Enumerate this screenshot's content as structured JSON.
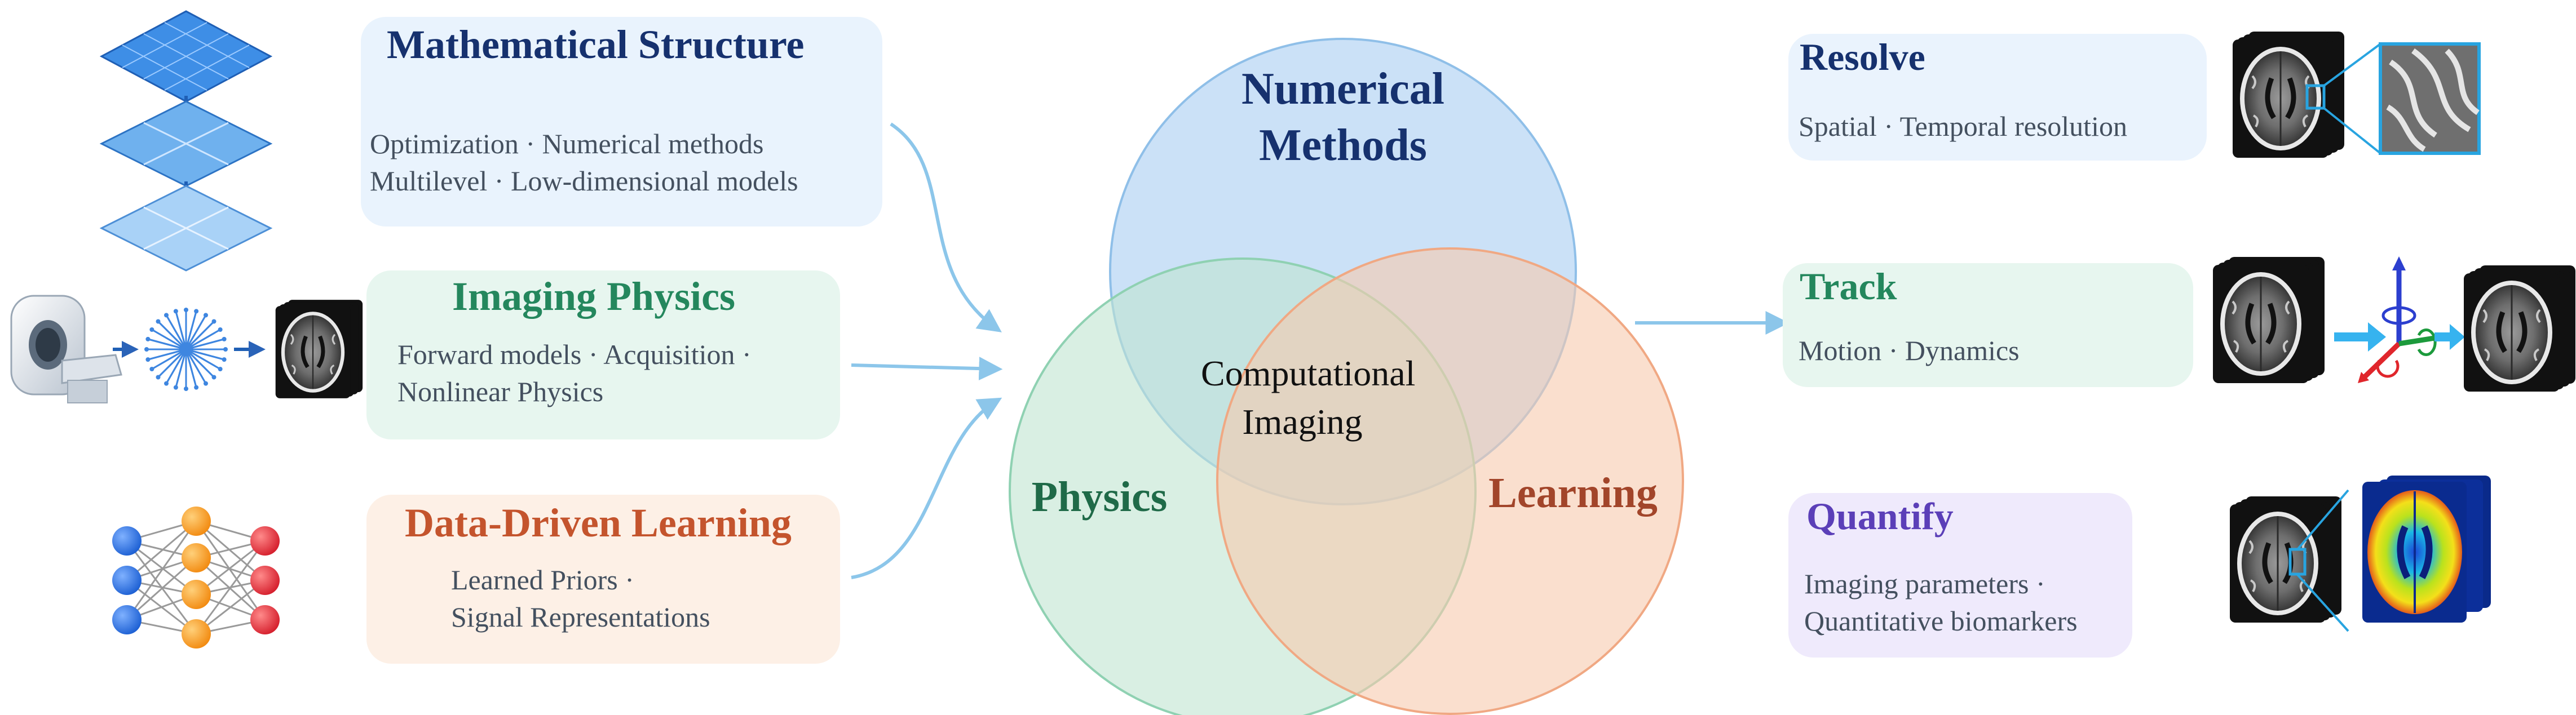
{
  "inputs": {
    "mathematical_structure": {
      "title": "Mathematical Structure",
      "line1": "Optimization · Numerical methods",
      "line2": "Multilevel · Low-dimensional models",
      "title_color": "#16316e",
      "bg_color": "#e9f3fd"
    },
    "imaging_physics": {
      "title": "Imaging Physics",
      "line1": "Forward models · Acquisition ·",
      "line2": "Nonlinear Physics",
      "title_color": "#24875d",
      "bg_color": "#e7f6ef"
    },
    "data_driven_learning": {
      "title": "Data-Driven Learning",
      "line1": "Learned Priors ·",
      "line2": "Signal Representations",
      "title_color": "#c4542d",
      "bg_color": "#fdf0e6"
    }
  },
  "venn": {
    "numerical_line1": "Numerical",
    "numerical_line2": "Methods",
    "physics": "Physics",
    "learning": "Learning",
    "center_line1": "Computational",
    "center_line2": "Imaging",
    "numerical_color": "#16316e",
    "physics_color": "#1f6a48",
    "learning_color": "#a2452a",
    "circle_blue": "#b9d7f4",
    "circle_green": "#bfe4d1",
    "circle_orange": "#f7c9ae"
  },
  "outputs": {
    "resolve": {
      "title": "Resolve",
      "line1": "Spatial · Temporal resolution",
      "title_color": "#16316e",
      "bg_color": "#eaf3fd"
    },
    "track": {
      "title": "Track",
      "line1": "Motion · Dynamics",
      "title_color": "#24875d",
      "bg_color": "#e7f6ef"
    },
    "quantify": {
      "title": "Quantify",
      "line1": "Imaging parameters ·",
      "line2": "Quantitative biomarkers",
      "title_color": "#5b3fb8",
      "bg_color": "#efeafc"
    }
  },
  "icons": {
    "multigrid": "layered-grid-icon",
    "scanner": "mri-scanner-icon",
    "kspace": "radial-kspace-icon",
    "neural": "neural-network-icon",
    "brain": "brain-mri-icon",
    "axes": "motion-axes-icon",
    "heatmap": "parameter-map-icon"
  },
  "arrow_color": "#8cc6ea"
}
